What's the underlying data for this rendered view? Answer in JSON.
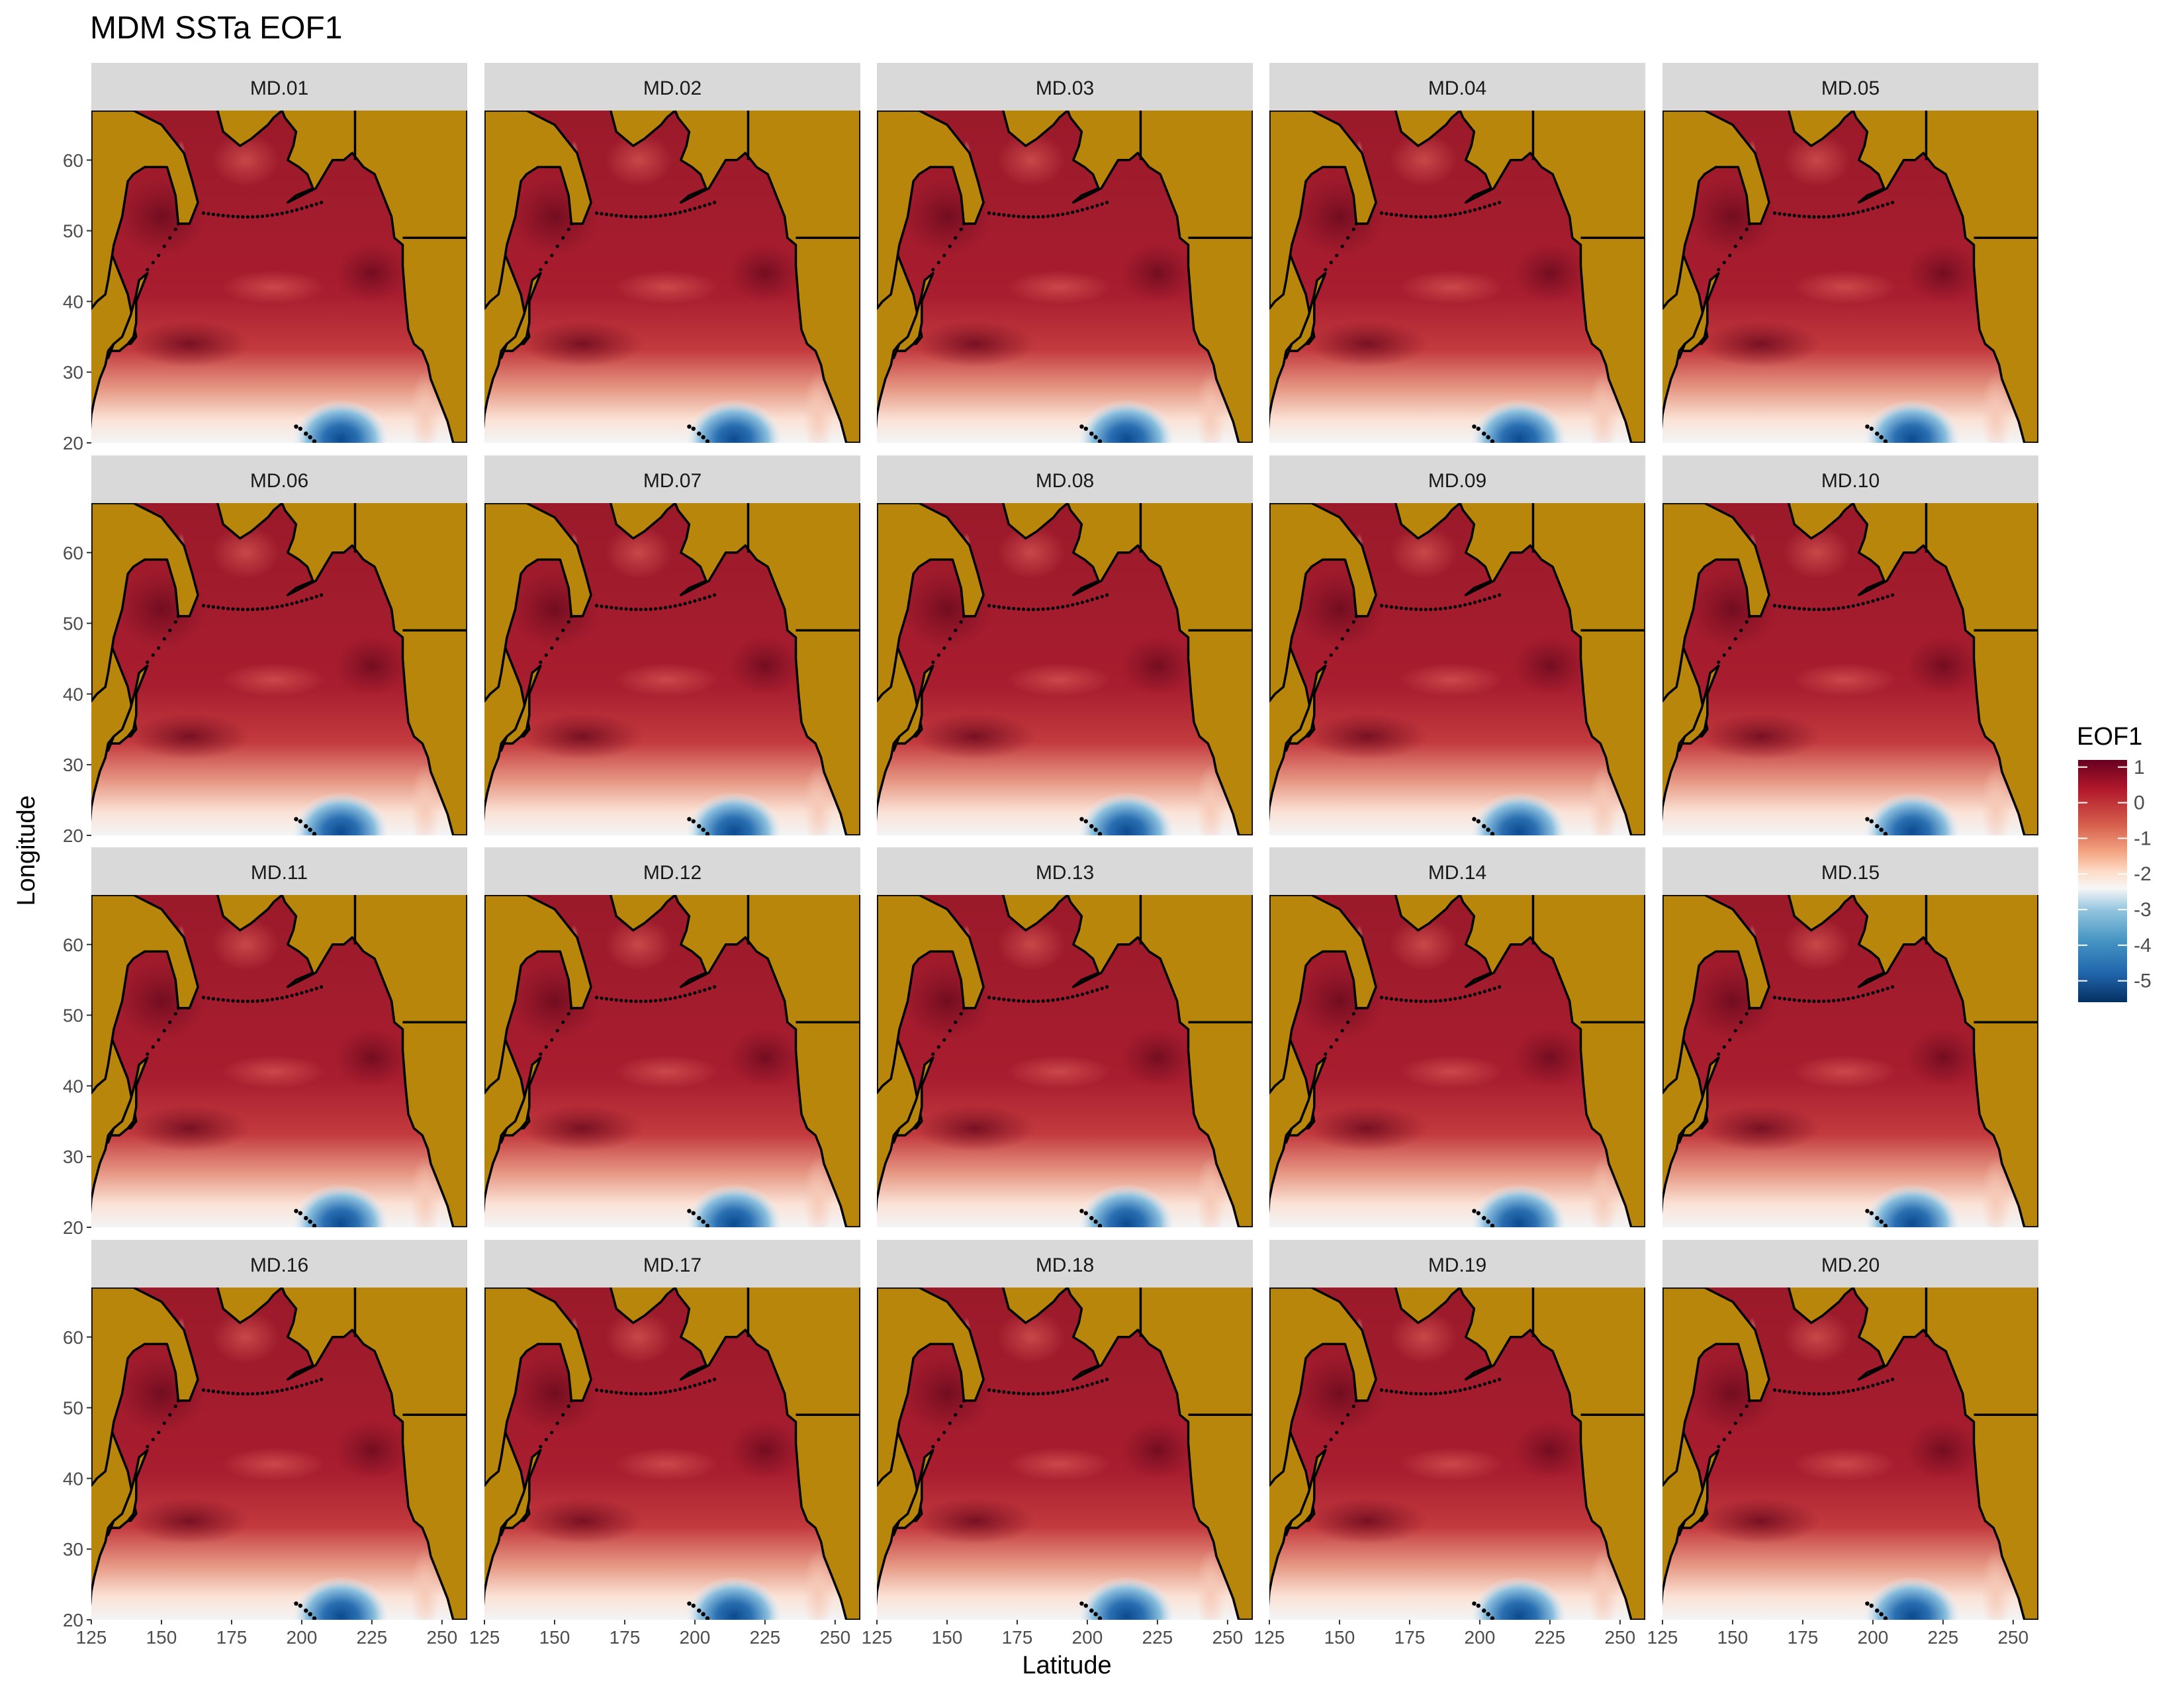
{
  "title": "MDM SSTa EOF1",
  "chart_data": {
    "type": "heatmap",
    "title": "MDM SSTa EOF1",
    "xlabel": "Latitude",
    "ylabel": "Longitude",
    "xlim": [
      125,
      259
    ],
    "ylim": [
      20,
      67
    ],
    "x_ticks": [
      125,
      150,
      175,
      200,
      225,
      250
    ],
    "y_ticks": [
      20,
      30,
      40,
      50,
      60
    ],
    "panels": [
      "MD.01",
      "MD.02",
      "MD.03",
      "MD.04",
      "MD.05",
      "MD.06",
      "MD.07",
      "MD.08",
      "MD.09",
      "MD.10",
      "MD.11",
      "MD.12",
      "MD.13",
      "MD.14",
      "MD.15",
      "MD.16",
      "MD.17",
      "MD.18",
      "MD.19",
      "MD.20"
    ],
    "grid_layout": {
      "rows": 4,
      "cols": 5
    },
    "legend": {
      "title": "EOF1",
      "placement": "right",
      "range": [
        -5.6,
        1.2
      ],
      "ticks": [
        1,
        0,
        -1,
        -2,
        -3,
        -4,
        -5
      ]
    },
    "colorscale": [
      "#053061",
      "#2166ac",
      "#4393c3",
      "#92c5de",
      "#f7f7f7",
      "#fddbc7",
      "#f4a582",
      "#d6604d",
      "#b2182b",
      "#67001f"
    ],
    "colors": {
      "land": "#b8860b",
      "strip": "#d9d9d9",
      "axis_text": "#4d4d4d"
    }
  }
}
